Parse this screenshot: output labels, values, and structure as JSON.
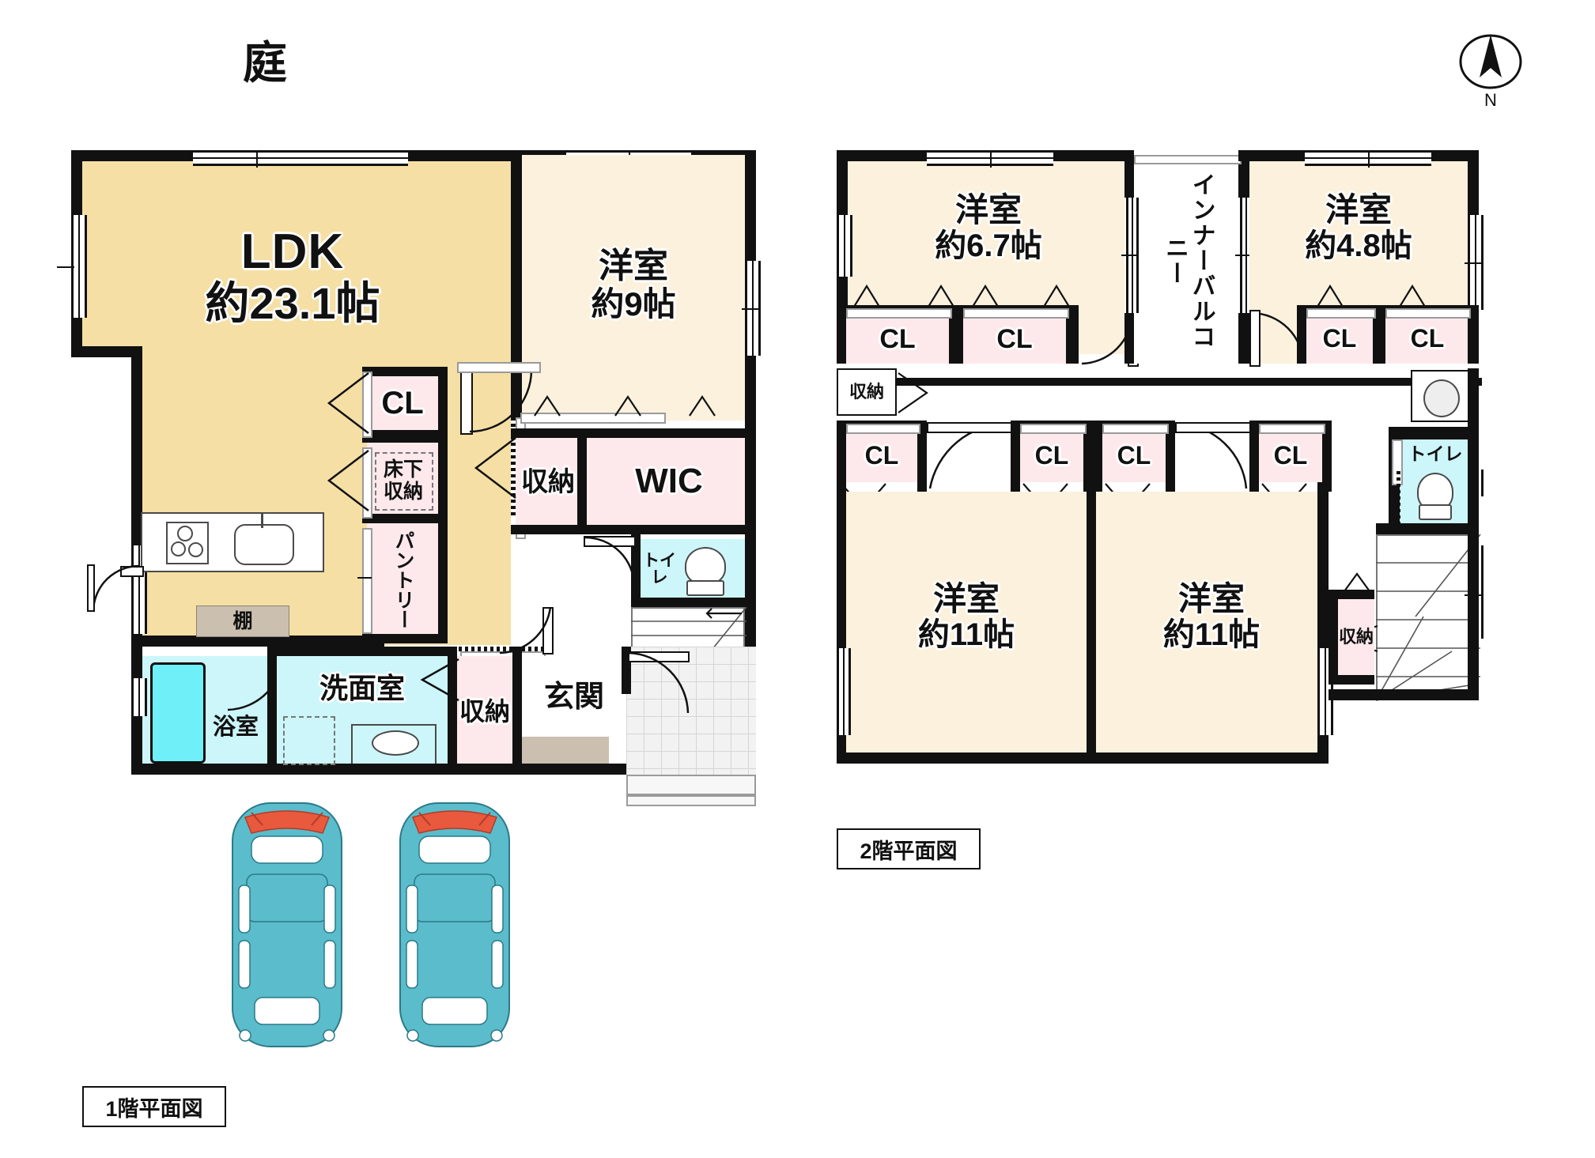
{
  "page": {
    "garden_label": "庭",
    "compass_letter": "N",
    "floor1_caption": "1階平面図",
    "floor2_caption": "2階平面図"
  },
  "colors": {
    "ldk_fill": "#f5dfa4",
    "room_fill": "#fbf1dc",
    "closet_fill": "#fde9ec",
    "water_fill": "#ccf6fa",
    "tub_fill": "#6ff0f8",
    "shelf_fill": "#cbbfb0",
    "entry_fill": "#f2f2f2",
    "wall": "#111111",
    "car_body": "#5bbccb",
    "car_accent": "#e8593d"
  },
  "floor1": {
    "rooms": [
      {
        "name": "ldk",
        "line1": "LDK",
        "line2": "約23.1帖"
      },
      {
        "name": "washitsu",
        "line1": "洋室",
        "line2": "約9帖"
      },
      {
        "name": "wic",
        "line1": "WIC",
        "line2": ""
      },
      {
        "name": "entrance",
        "line1": "玄関",
        "line2": ""
      },
      {
        "name": "washroom",
        "line1": "洗面室",
        "line2": ""
      },
      {
        "name": "bath",
        "line1": "浴室",
        "line2": ""
      }
    ],
    "storages": [
      {
        "name": "cl-ldk",
        "label": "CL"
      },
      {
        "name": "under-floor",
        "label": "床下\n収納"
      },
      {
        "name": "pantry",
        "label": "パントリー"
      },
      {
        "name": "storage-hall",
        "label": "収納"
      },
      {
        "name": "storage-entry",
        "label": "収納"
      },
      {
        "name": "shelf",
        "label": "棚"
      },
      {
        "name": "toilet",
        "label": "トイレ"
      }
    ]
  },
  "floor2": {
    "rooms": [
      {
        "name": "yoshitsu-6_7",
        "line1": "洋室",
        "line2": "約6.7帖"
      },
      {
        "name": "yoshitsu-4_8",
        "line1": "洋室",
        "line2": "約4.8帖"
      },
      {
        "name": "yoshitsu-11a",
        "line1": "洋室",
        "line2": "約11帖"
      },
      {
        "name": "yoshitsu-11b",
        "line1": "洋室",
        "line2": "約11帖"
      },
      {
        "name": "inner-balcony",
        "line1": "インナーバルコニー",
        "line2": ""
      }
    ],
    "storages": [
      {
        "name": "cl-top-1",
        "label": "CL"
      },
      {
        "name": "cl-top-2",
        "label": "CL"
      },
      {
        "name": "cl-top-3",
        "label": "CL"
      },
      {
        "name": "cl-top-4",
        "label": "CL"
      },
      {
        "name": "shuno-left",
        "label": "収納"
      },
      {
        "name": "cl-mid-1",
        "label": "CL"
      },
      {
        "name": "cl-mid-2",
        "label": "CL"
      },
      {
        "name": "cl-mid-3",
        "label": "CL"
      },
      {
        "name": "cl-mid-4",
        "label": "CL"
      },
      {
        "name": "toilet",
        "label": "トイレ"
      },
      {
        "name": "shuno-stair",
        "label": "収納"
      }
    ]
  }
}
